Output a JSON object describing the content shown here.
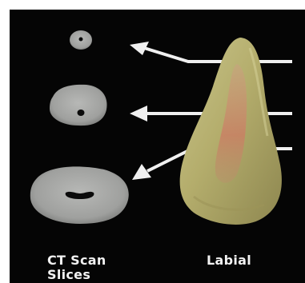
{
  "captions": {
    "left": "CT Scan Slices",
    "right": "Labial"
  },
  "colors": {
    "background": "#050505",
    "slice_fill": "#a9aaa8",
    "canal": "#0b0b0b",
    "arrow": "#f0f0f0",
    "tooth_main": "#b9b476",
    "tooth_core": "#c48264"
  },
  "icons": {
    "slices": "tooth-cross-section",
    "tooth": "tooth-labial-view",
    "arrows": "arrow-left"
  }
}
